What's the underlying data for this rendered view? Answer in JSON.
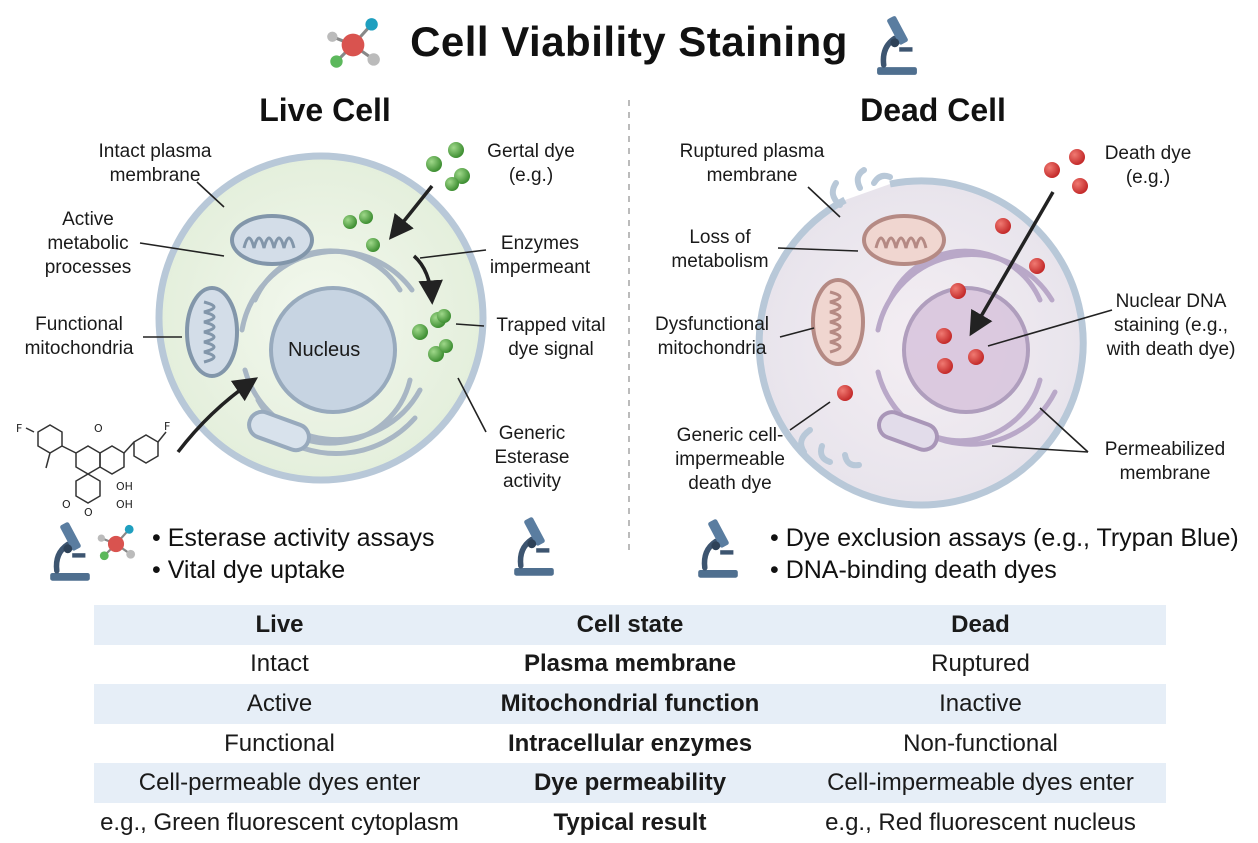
{
  "title": "Cell Viability Staining",
  "icons": {
    "molecule": "molecule-icon",
    "microscope": "microscope-icon"
  },
  "colors": {
    "live_green": "#5fae4b",
    "dead_red": "#d63a3a",
    "membrane": "#b8c8d8",
    "table_band": "#e6eef7"
  },
  "live": {
    "title": "Live Cell",
    "nucleus": "Nucleus",
    "labels": {
      "membrane": [
        "Intact plasma",
        "membrane"
      ],
      "metabolic": [
        "Active",
        "metabolic",
        "processes"
      ],
      "mitochondria": [
        "Functional",
        "mitochondria"
      ],
      "dye": [
        "Gertal dye",
        "(e.g.)"
      ],
      "enzymes": [
        "Enzymes",
        "impermeant"
      ],
      "trapped": [
        "Trapped vital",
        "dye signal"
      ],
      "esterase": [
        "Generic",
        "Esterase",
        "activity"
      ]
    },
    "molecule_atoms": [
      "F",
      "F",
      "OH",
      "OH",
      "O",
      "O",
      "O"
    ],
    "bullets": [
      "Esterase activity assays",
      "Vital dye uptake"
    ]
  },
  "dead": {
    "title": "Dead Cell",
    "labels": {
      "membrane": [
        "Ruptured plasma",
        "membrane"
      ],
      "metabolism": [
        "Loss of",
        "metabolism"
      ],
      "mitochondria": [
        "Dysfunctional",
        "mitochondria"
      ],
      "dye": [
        "Death dye",
        "(e.g.)"
      ],
      "dna": [
        "Nuclear DNA",
        "staining (e.g.,",
        "with death dye)"
      ],
      "impermeable": [
        "Generic cell-",
        "impermeable",
        "death dye"
      ],
      "permeabilized": [
        "Permeabilized",
        "membrane"
      ]
    },
    "bullets": [
      "Dye exclusion assays (e.g., Trypan Blue)",
      "DNA-binding death dyes"
    ]
  },
  "table": {
    "header": {
      "live": "Live",
      "property": "Cell state",
      "dead": "Dead"
    },
    "rows": [
      {
        "live": "Intact",
        "property": "Plasma membrane",
        "dead": "Ruptured"
      },
      {
        "live": "Active",
        "property": "Mitochondrial function",
        "dead": "Inactive"
      },
      {
        "live": "Functional",
        "property": "Intracellular enzymes",
        "dead": "Non-functional"
      },
      {
        "live": "Cell-permeable dyes enter",
        "property": "Dye permeability",
        "dead": "Cell-impermeable dyes enter"
      },
      {
        "live": "e.g., Green fluorescent cytoplasm",
        "property": "Typical result",
        "dead": "e.g., Red fluorescent nucleus"
      }
    ]
  }
}
